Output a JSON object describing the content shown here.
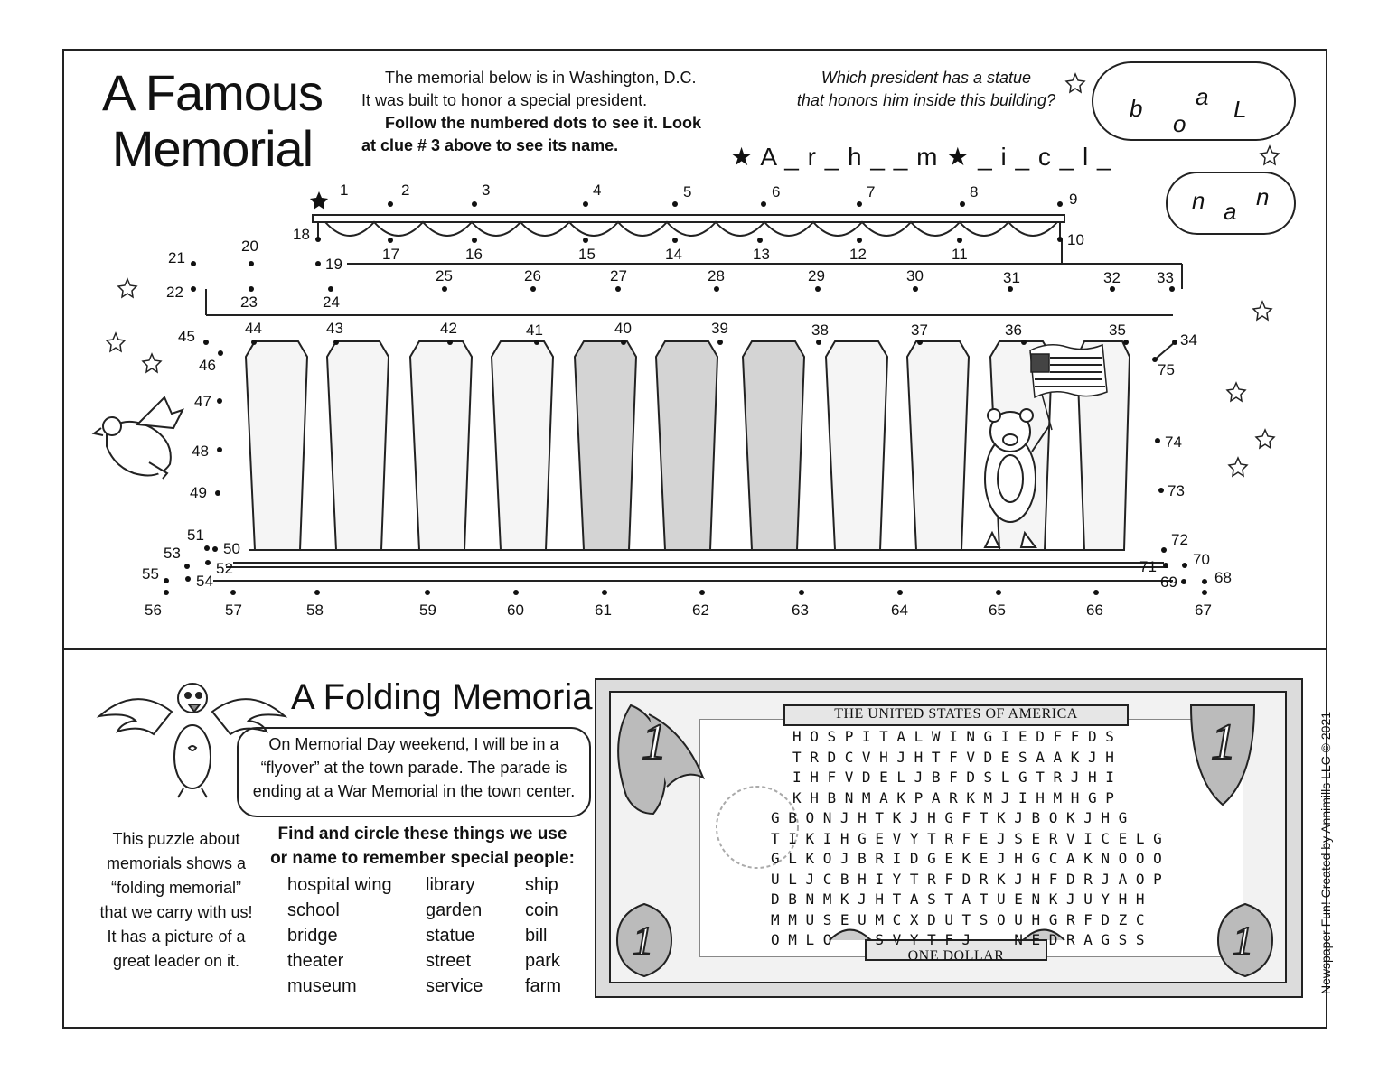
{
  "memorial": {
    "title_line1": "A Famous",
    "title_line2": "Memorial",
    "intro_line1": "The memorial below is in Washington, D.C.",
    "intro_line2": "It was built to honor a special president.",
    "intro_bold1": "Follow the numbered dots to see it. Look",
    "intro_bold2": "at clue # 3 above to see its name.",
    "question_line1": "Which president has a statue",
    "question_line2": "that honors him inside this building?",
    "answer_part1": "A _ r _ h _ _ m",
    "answer_part2": "_ i _ c _ l _",
    "bubble1_letters": [
      "b",
      "o",
      "a",
      "L"
    ],
    "bubble2_letters": [
      "n",
      "a",
      "n"
    ],
    "dot_numbers": [
      "1",
      "2",
      "3",
      "4",
      "5",
      "6",
      "7",
      "8",
      "9",
      "10",
      "11",
      "12",
      "13",
      "14",
      "15",
      "16",
      "17",
      "18",
      "19",
      "20",
      "21",
      "22",
      "23",
      "24",
      "25",
      "26",
      "27",
      "28",
      "29",
      "30",
      "31",
      "32",
      "33",
      "34",
      "35",
      "36",
      "37",
      "38",
      "39",
      "40",
      "41",
      "42",
      "43",
      "44",
      "45",
      "46",
      "47",
      "48",
      "49",
      "50",
      "51",
      "52",
      "53",
      "54",
      "55",
      "56",
      "57",
      "58",
      "59",
      "60",
      "61",
      "62",
      "63",
      "64",
      "65",
      "66",
      "67",
      "68",
      "69",
      "70",
      "71",
      "72",
      "73",
      "74",
      "75"
    ]
  },
  "folding": {
    "title": "A Folding Memorial",
    "speech_line1": "On Memorial Day weekend, I will be in a",
    "speech_line2": "“flyover” at the town parade. The parade is",
    "speech_line3": "ending at a War Memorial in the town center.",
    "puzzle_line1": "This puzzle about",
    "puzzle_line2": "memorials shows a",
    "puzzle_line3": "“folding memorial”",
    "puzzle_line4": "that we carry with us!",
    "puzzle_line5": "It has a picture of a",
    "puzzle_line6": "great leader on it.",
    "find_line1": "Find and circle these things we use",
    "find_line2": "or name to remember special people:",
    "words": [
      [
        "hospital wing",
        "library",
        "ship"
      ],
      [
        "school",
        "garden",
        "coin"
      ],
      [
        "bridge",
        "statue",
        "bill"
      ],
      [
        "theater",
        "street",
        "park"
      ],
      [
        "museum",
        "service",
        "farm"
      ]
    ],
    "bill_top": "THE UNITED STATES OF AMERICA",
    "bill_bottom": "ONE DOLLAR",
    "bill_numeral": "1",
    "grid": [
      "HOSPITALWINGIEDFFDS",
      "TRDCVHJHTFVDESAAKJH",
      "IHFVDELJBFDSLGTRJHI",
      "KHBNMAKPARKMJIHMHGP",
      "GBONJHTKJHGFTKJBOKJHG",
      "TIKIHGEVYTRFEJSERVICELG",
      "GLKOJBRIDGEKEJHGCAKNOOO",
      "ULJCBHIYTRFDRKJHFDRJAOP",
      "DBNMKJHTASTATUENKJUYHH",
      "MMUSEUMCXDUTSOUHGRFDZC",
      "OMLO  SVYTFJ  NEDRAGSS"
    ],
    "credit": "Newspaper Fun! Created by Annimills LLC © 2021"
  }
}
